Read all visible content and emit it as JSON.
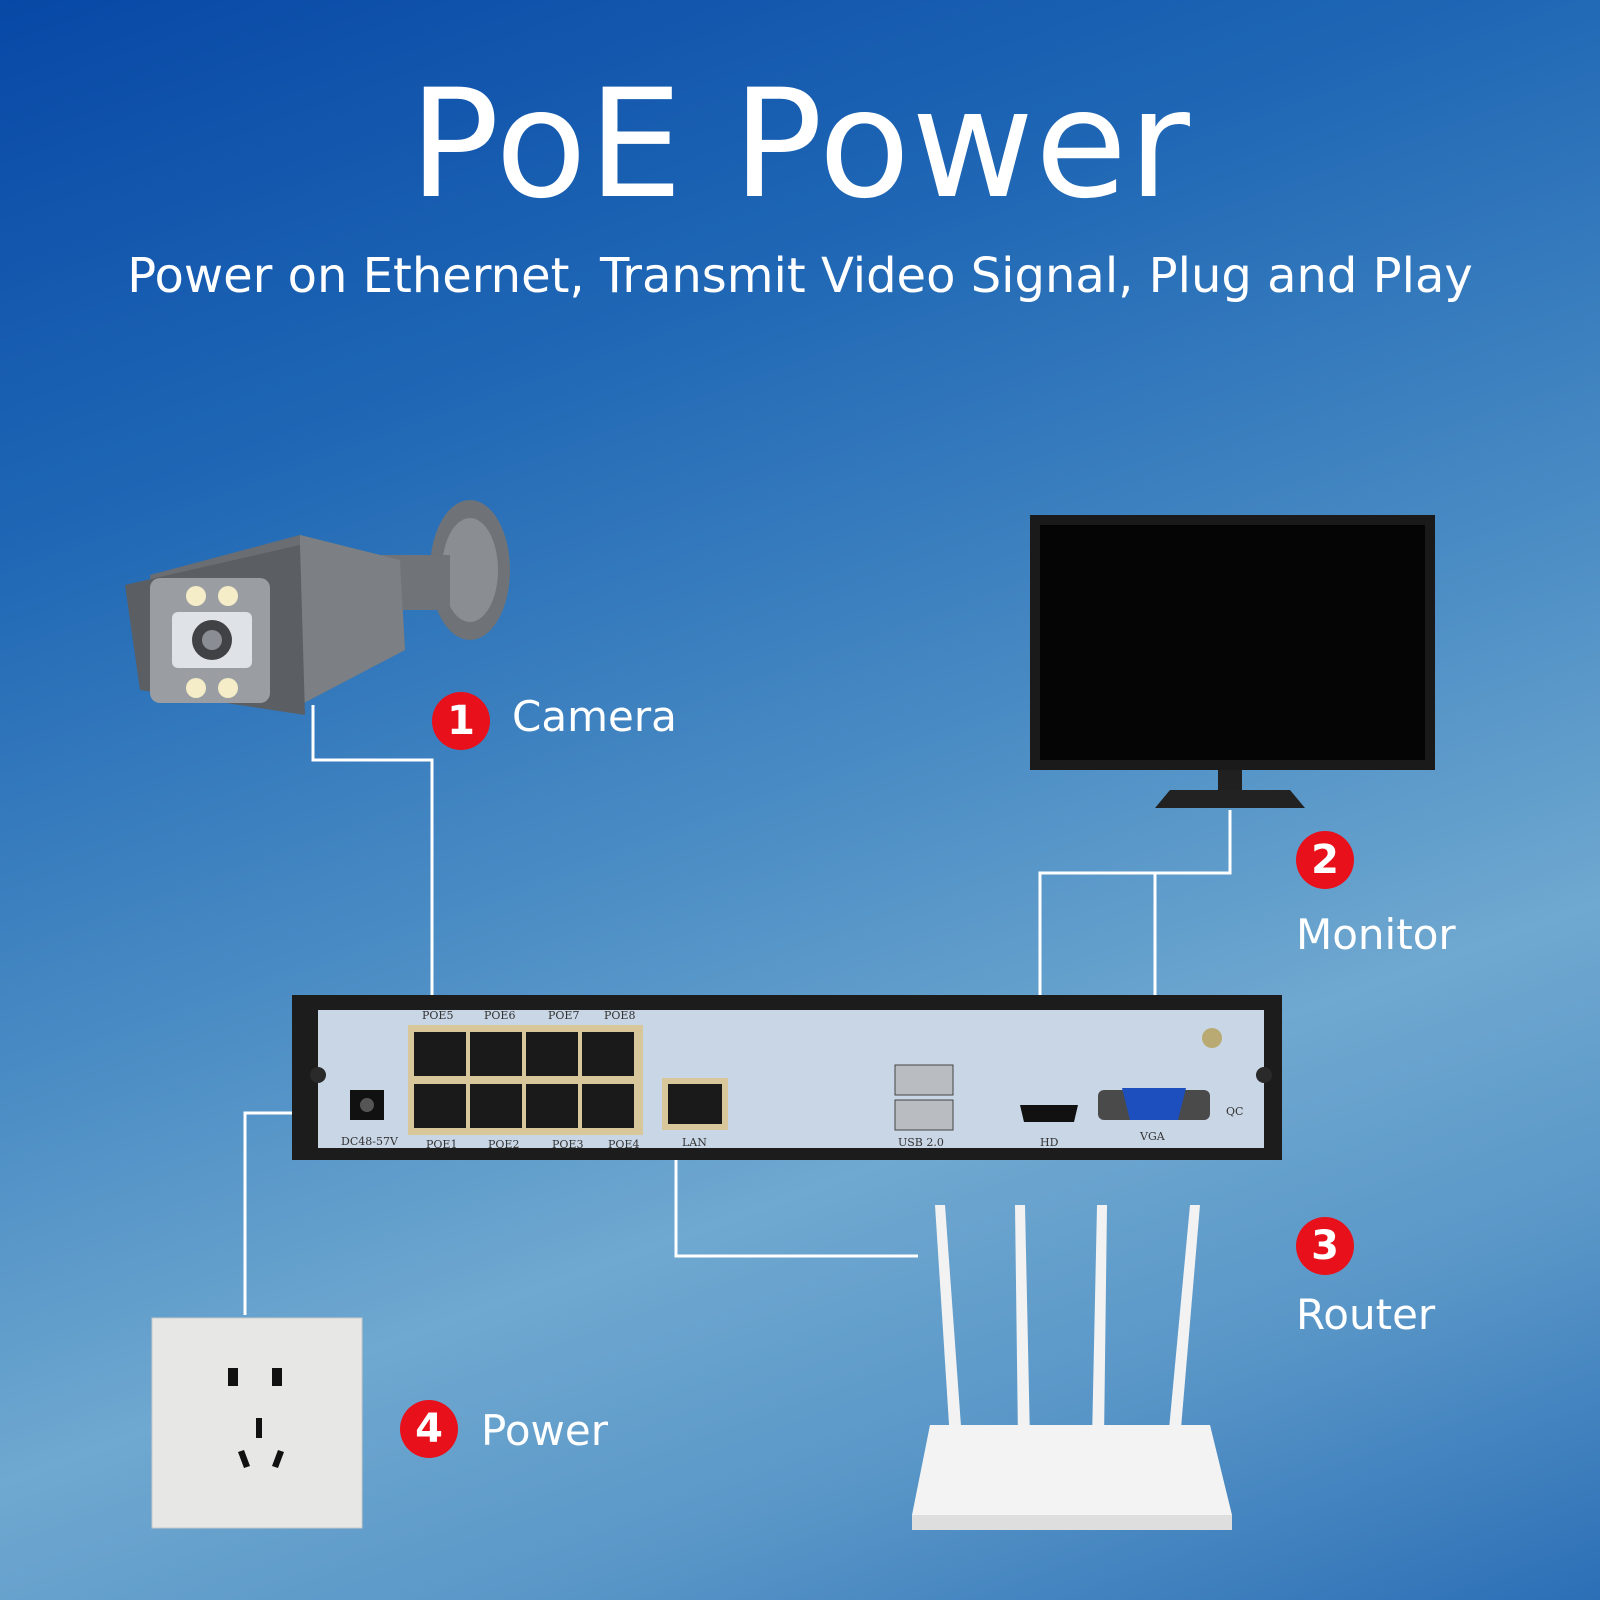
{
  "title": "PoE Power",
  "subtitle": "Power on Ethernet, Transmit Video Signal, Plug and Play",
  "items": [
    {
      "number": "1",
      "label": "Camera"
    },
    {
      "number": "2",
      "label": "Monitor"
    },
    {
      "number": "3",
      "label": "Router"
    },
    {
      "number": "4",
      "label": "Power"
    }
  ],
  "nvr": {
    "power_port": "DC48-57V",
    "poe_top": [
      "POE5",
      "POE6",
      "POE7",
      "POE8"
    ],
    "poe_bottom": [
      "POE1",
      "POE2",
      "POE3",
      "POE4"
    ],
    "lan": "LAN",
    "usb": "USB 2.0",
    "hd": "HD",
    "vga": "VGA",
    "qc": "QC"
  },
  "colors": {
    "badge": "#e8101a",
    "cable": "#ffffff",
    "nvr_body": "#1c1c1c",
    "nvr_panel": "#c9d6e6"
  }
}
